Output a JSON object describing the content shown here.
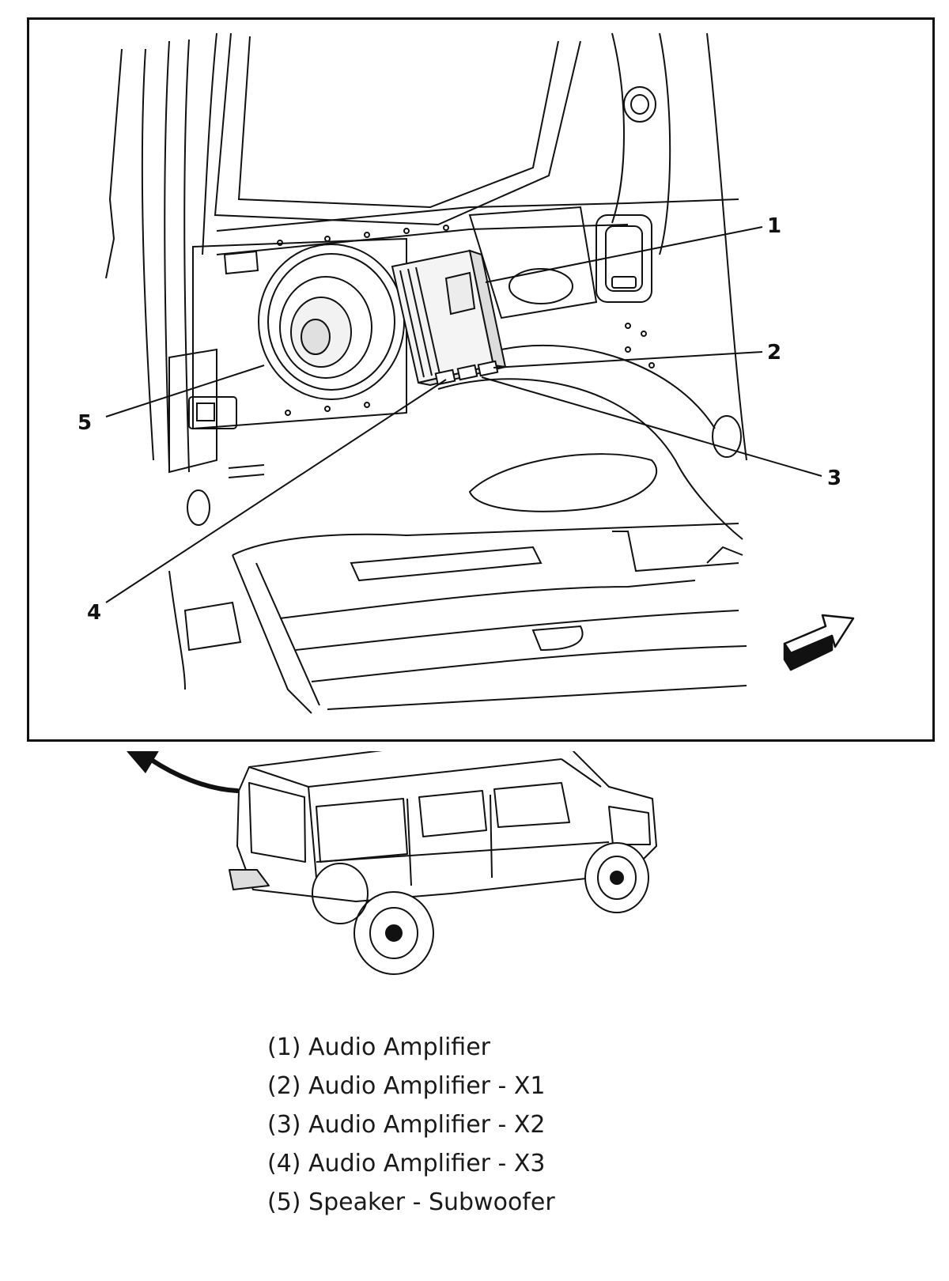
{
  "callouts": [
    {
      "number": "1",
      "label": "(1) Audio Amplifier"
    },
    {
      "number": "2",
      "label": "(2) Audio Amplifier - X1"
    },
    {
      "number": "3",
      "label": "(3) Audio Amplifier - X2"
    },
    {
      "number": "4",
      "label": "(4) Audio Amplifier - X3"
    },
    {
      "number": "5",
      "label": "(5) Speaker - Subwoofer"
    }
  ],
  "colors": {
    "ink": "#111111",
    "paper": "#ffffff",
    "shade": "#e6e6e6"
  },
  "icons": {
    "view_direction": "view-direction-arrow-icon",
    "location": "location-curved-arrow-icon"
  }
}
